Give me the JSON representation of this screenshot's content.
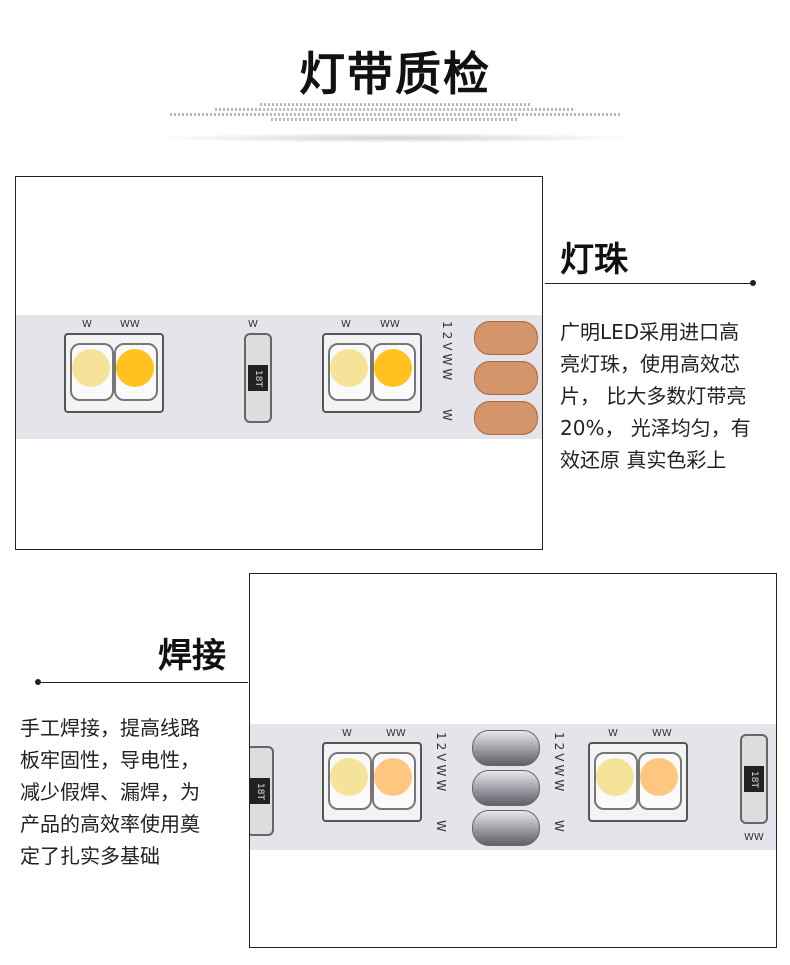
{
  "page": {
    "title": "灯带质检"
  },
  "section1": {
    "heading": "灯珠",
    "description": [
      "广明LED采用进口高",
      "亮灯珠，使用高效芯",
      "片， 比大多数灯带亮",
      "20%， 光泽均匀，有",
      "效还原 真实色彩上"
    ],
    "strip_labels": {
      "w": "W",
      "ww": "WW",
      "voltage": "12VWW",
      "resistor": "18T"
    }
  },
  "section2": {
    "heading": "焊接",
    "description": [
      "手工焊接，提高线路",
      "板牢固性，导电性，",
      "减少假焊、漏焊，为",
      "产品的高效率使用奠",
      "定了扎实多基础"
    ],
    "strip_labels": {
      "w": "W",
      "ww": "WW",
      "voltage": "12VWW",
      "resistor": "18T"
    }
  },
  "colors": {
    "warm_led": "#ffc21e",
    "cool_led": "#f5e39a",
    "copper_pad": "#d4956b",
    "strip": "#e4e4ea"
  }
}
